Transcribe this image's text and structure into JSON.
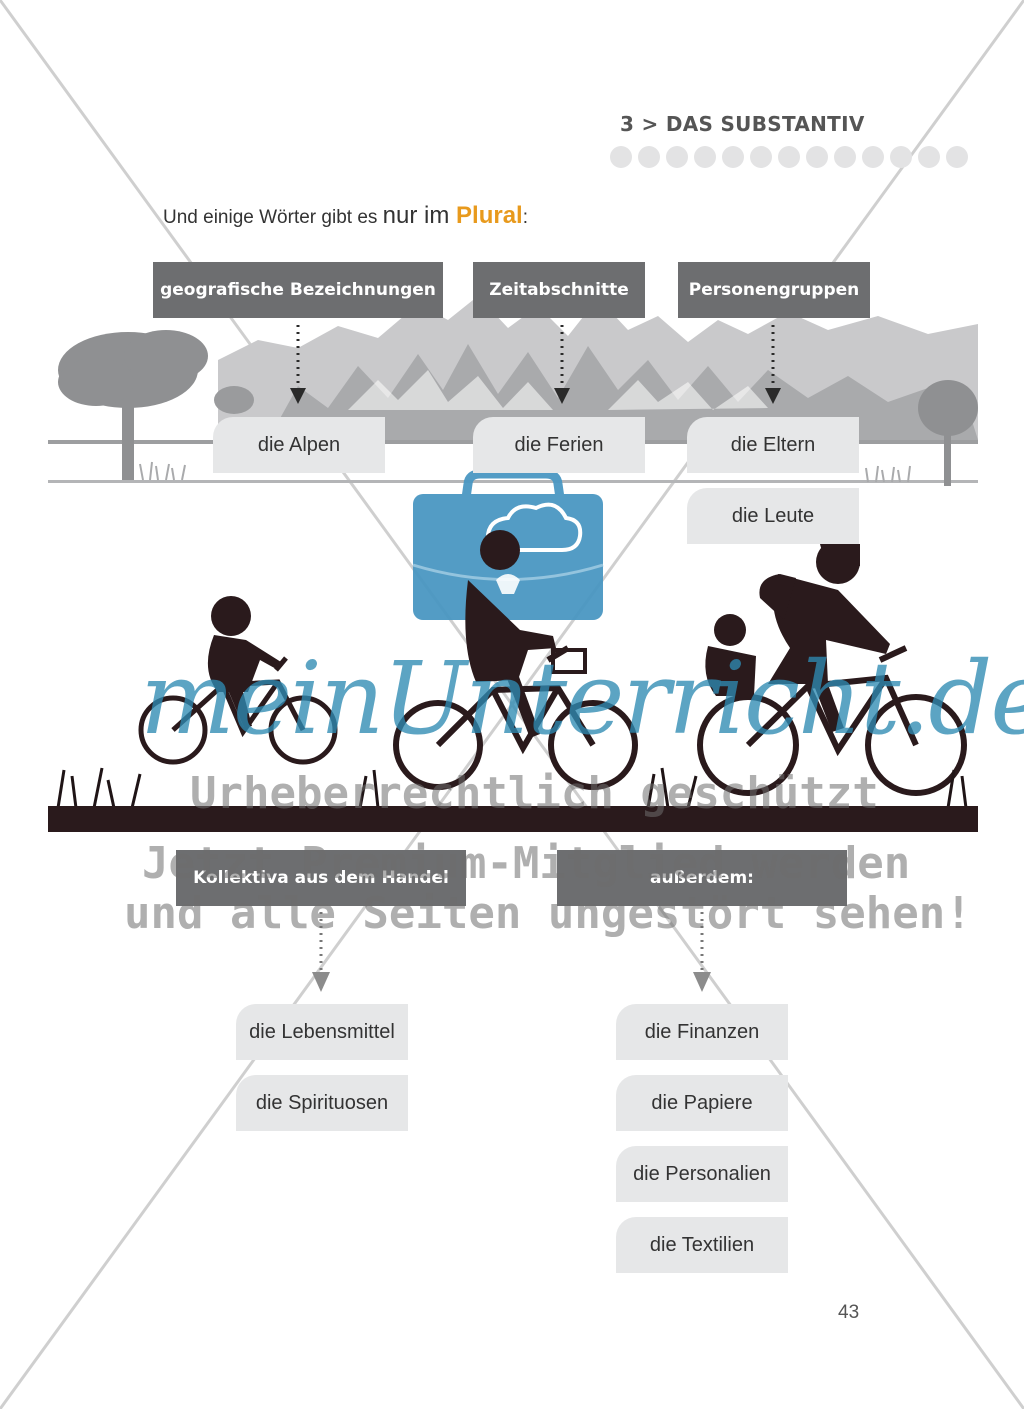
{
  "chapter": {
    "number": "3",
    "separator": ">",
    "title": "DAS SUBSTANTIV"
  },
  "intro": {
    "part1": "Und einige Wörter gibt es ",
    "part2": "nur im ",
    "emphasis": "Plural",
    "end": ":"
  },
  "categories": [
    {
      "title": "geografische Bezeichnungen",
      "words": [
        "die Alpen"
      ]
    },
    {
      "title": "Zeitabschnitte",
      "words": [
        "die Ferien"
      ]
    },
    {
      "title": "Personengruppen",
      "words": [
        "die Eltern",
        "die Leute"
      ]
    },
    {
      "title": "Kollektiva aus dem Handel",
      "words": [
        "die Lebensmittel",
        "die Spirituosen"
      ]
    },
    {
      "title": "außerdem:",
      "words": [
        "die Finanzen",
        "die Papiere",
        "die Personalien",
        "die Textilien"
      ]
    }
  ],
  "watermark": {
    "brand": "meinUnterricht.de",
    "line1": "Urheberrechtlich geschützt",
    "line2": "Jetzt Premium-Mitglied werden",
    "line3": "und alle Seiten ungestört sehen!"
  },
  "page_number": "43",
  "colors": {
    "accent": "#e89a1d",
    "header_bg": "#6d6e70",
    "pill_bg": "#e6e7e8",
    "bag": "#4a97c2"
  }
}
